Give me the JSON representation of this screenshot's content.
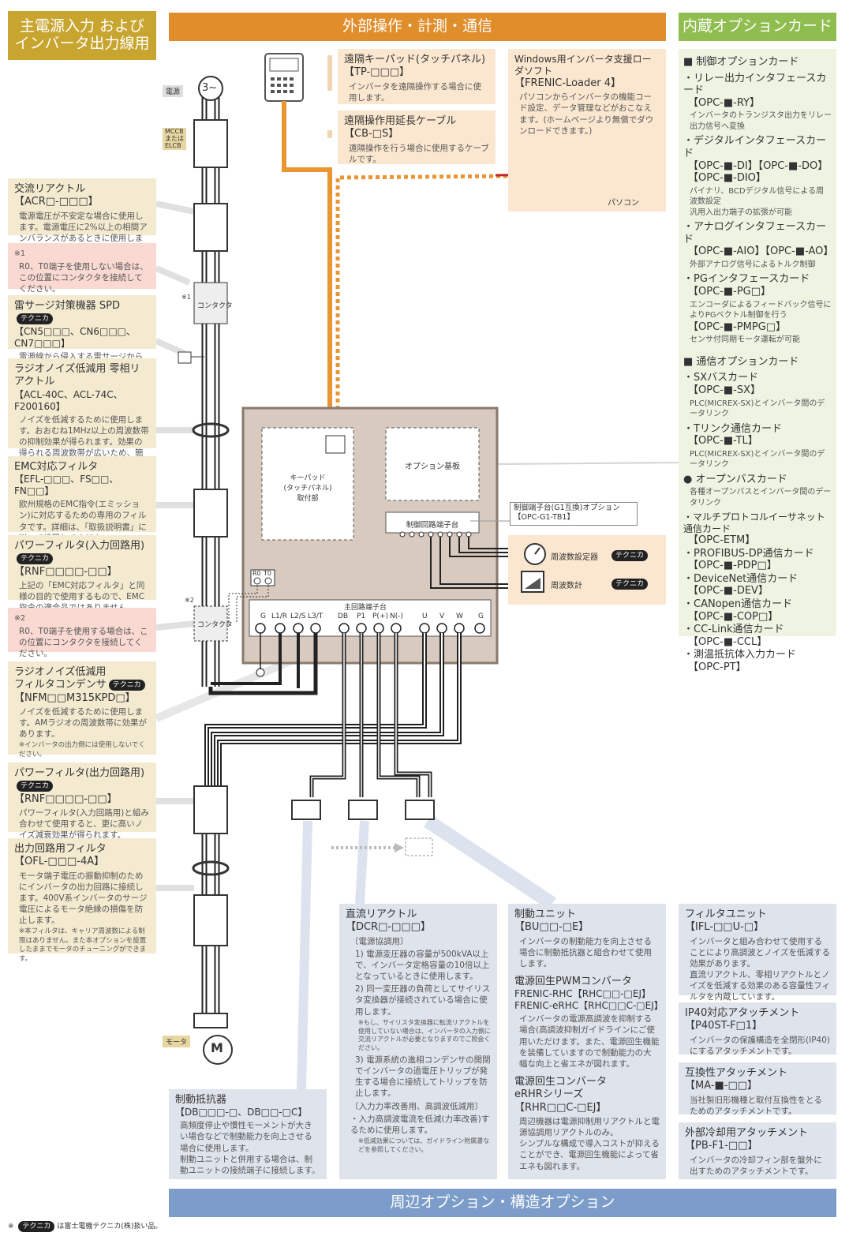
{
  "headers": {
    "left": "主電源入力 および\nインバータ出力線用",
    "center": "外部操作・計測・通信",
    "right": "内蔵オプションカード",
    "bottom": "周辺オプション・構造オプション"
  },
  "colors": {
    "gold": "#c7a52f",
    "orange": "#e08d2b",
    "green": "#8fbd4f",
    "blue": "#7c9cc9",
    "panel": "#d9cabf"
  },
  "left_boxes": {
    "acr": {
      "title": "交流リアクトル",
      "model": "【ACR□-□□□】",
      "desc": "電源電圧が不安定な場合に使用します。電源電圧に2%以上の相間アンバランスがあるときに使用します。"
    },
    "note1": {
      "mark": "※1",
      "desc": "R0、T0端子を使用しない場合は、この位置にコンタクタを接続してください。"
    },
    "spd": {
      "title": "雷サージ対策機器 SPD",
      "badge": "テクニカ",
      "model": "【CN5□□□、CN6□□□、CN7□□□】",
      "desc": "電源線から侵入する雷サージから盤内の機器を保護します。"
    },
    "zrl": {
      "title": "ラジオノイズ低減用 零相リアクトル",
      "model": "【ACL-40C、ACL-74C、F200160】",
      "desc": "ノイズを低減するために使用します。おおむね1MHz以上の周波数帯の抑制効果が得られます。効果の得られる周波数帯が広いため、簡易的なノイズ対策として適しています。"
    },
    "emc": {
      "title": "EMC対応フィルタ",
      "model": "【EFL-□□□、FS□□、FN□□】",
      "desc": "欧州規格のEMC指令(エミッション)に対応するための専用のフィルタです。詳細は、「取扱説明書」に従って設置してください。"
    },
    "pfin": {
      "title": "パワーフィルタ(入力回路用)",
      "badge": "テクニカ",
      "model": "【RNF□□□□-□□】",
      "desc": "上記の「EMC対応フィルタ」と同様の目的で使用するもので、EMC指令の適合品ではありません。"
    },
    "note2": {
      "mark": "※2",
      "desc": "R0、T0端子を使用する場合は、この位置にコンタクタを接続してください。"
    },
    "cap": {
      "title": "ラジオノイズ低減用\nフィルタコンデンサ",
      "badge": "テクニカ",
      "model": "【NFM□□M315KPD□】",
      "desc": "ノイズを低減するために使用します。AMラジオの周波数帯に効果があります。",
      "note": "※インバータの出力側には使用しないでください。"
    },
    "pfout": {
      "title": "パワーフィルタ(出力回路用)",
      "badge": "テクニカ",
      "model": "【RNF□□□□-□□】",
      "desc": "パワーフィルタ(入力回路用)と組み合わせて使用すると、更に高いノイズ減衰効果が得られます。"
    },
    "ofl": {
      "title": "出力回路用フィルタ",
      "model": "【OFL-□□□-4A】",
      "desc": "モータ端子電圧の振動抑制のためにインバータの出力回路に接続します。400V系インバータのサージ電圧によるモータ絶縁の損傷を防止します。",
      "note": "※本フィルタは、キャリア周波数による制限はありません。また本オプションを設置したままでモータのチューニングができます。"
    }
  },
  "top_boxes": {
    "keypad": {
      "title": "遠隔キーパッド(タッチパネル)",
      "model": "【TP-□□□】",
      "desc": "インバータを遠隔操作する場合に使用します。"
    },
    "cable": {
      "title": "遠隔操作用延長ケーブル",
      "model": "【CB-□S】",
      "desc": "遠隔操作を行う場合に使用するケーブルです。"
    },
    "loader": {
      "title": "Windows用インバータ支援ローダソフト",
      "model": "【FRENIC-Loader 4】",
      "desc": "パソコンからインバータの機能コード設定、データ管理などがおこなえます。(ホームページより無償でダウンロードできます。)"
    },
    "pc_label": "パソコン"
  },
  "right_panel": {
    "sec1": "■ 制御オプションカード",
    "ry": {
      "name": "・リレー出力インタフェースカード",
      "code": "【OPC-■-RY】",
      "desc": "インバータのトランジスタ出力をリレー出力信号へ変換"
    },
    "dio": {
      "name": "・デジタルインタフェースカード",
      "code": "【OPC-■-DI】【OPC-■-DO】",
      "code2": "【OPC-■-DIO】",
      "desc": "バイナリ、BCDデジタル信号による周波数設定\n汎用入出力端子の拡張が可能"
    },
    "aio": {
      "name": "・アナログインタフェースカード",
      "code": "【OPC-■-AIO】【OPC-■-AO】",
      "desc": "外部アナログ信号によるトルク制御"
    },
    "pg": {
      "name": "・PGインタフェースカード",
      "code": "【OPC-■-PG□】",
      "desc": "エンコーダによるフィードバック信号によりPGベクトル制御を行う",
      "code2": "【OPC-■-PMPG□】",
      "desc2": "センサ付同期モータ運転が可能"
    },
    "sec2": "■ 通信オプションカード",
    "sx": {
      "name": "・SXバスカード",
      "code": "【OPC-■-SX】",
      "desc": "PLC(MICREX-SX)とインバータ間のデータリンク"
    },
    "tl": {
      "name": "・Tリンク通信カード",
      "code": "【OPC-■-TL】",
      "desc": "PLC(MICREX-SX)とインバータ間のデータリンク"
    },
    "open": {
      "name": "● オープンバスカード",
      "desc": "各種オープンバスとインバータ間のデータリンク"
    },
    "etm": {
      "name": "・マルチプロトコルイーサネット通信カード",
      "code": "【OPC-ETM】"
    },
    "pdp": {
      "name": "・PROFIBUS-DP通信カード",
      "code": "【OPC-■-PDP□】"
    },
    "dev": {
      "name": "・DeviceNet通信カード",
      "code": "【OPC-■-DEV】"
    },
    "cop": {
      "name": "・CANopen通信カード",
      "code": "【OPC-■-COP□】"
    },
    "ccl": {
      "name": "・CC-Link通信カード",
      "code": "【OPC-■-CCL】"
    },
    "pt": {
      "name": "・測温抵抗体入力カード",
      "code": "【OPC-PT】"
    }
  },
  "inverter": {
    "keypad_mount": "キーパッド\n(タッチパネル)\n取付部",
    "option_board": "オプション基板",
    "ctrl_terminal": "制御回路端子台",
    "ctrl_option": "制御端子台(G1互換)オプション\n【OPC-G1-TB1】",
    "main_terminal": "主回路端子台",
    "terminals": [
      "G",
      "L1/R",
      "L2/S",
      "L3/T",
      "DB",
      "P1",
      "P(+)",
      "N(-)",
      "U",
      "V",
      "W",
      "G"
    ],
    "r0t0": [
      "R0",
      "T0"
    ],
    "freq_setter": "周波数設定器",
    "freq_meter": "周波数計",
    "badge": "テクニカ"
  },
  "power_line": {
    "supply": "電源",
    "mccb": "MCCB\nまたは\nELCB",
    "contactor": "コンタクタ",
    "motor": "モータ",
    "mark1": "※1",
    "mark2": "※2"
  },
  "bottom_boxes": {
    "dbr": {
      "title": "制動抵抗器",
      "model": "【DB□□□-□、DB□□-□C】",
      "desc": "高頻度停止や慣性モーメントが大きい場合などで制動能力を向上させる場合に使用します。\n制動ユニットと併用する場合は、制動ユニットの接続端子に接続します。"
    },
    "dcr": {
      "title": "直流リアクトル",
      "model": "【DCR□-□□□】",
      "sub1": "〔電源協調用〕",
      "p1": "1) 電源変圧器の容量が500kVA以上で、インバータ定格容量の10倍以上となっているときに使用します。",
      "p2": "2) 同一変圧器の負荷としてサイリスタ変換器が接続されている場合に使用します。",
      "p2note": "※もし、サイリスタ変換器に転流リアクトルを使用していない場合は、インバータの入力側に交流リアクトルが必要となりますのでご照会ください。",
      "p3": "3) 電源系統の進相コンデンサの開閉でインバータの過電圧トリップが発生する場合に接続してトリップを防止します。",
      "sub2": "〔入力力率改善用、高調波低減用〕",
      "p4": "・入力高調波電流を低減(力率改善)するために使用します。",
      "p4note": "※低減効果については、ガイドライン附属書などを参照してください。"
    },
    "bu": {
      "title": "制動ユニット",
      "model": "【BU□□-□E】",
      "desc": "インバータの制動能力を向上させる場合に制動抵抗器と組合わせて使用します。"
    },
    "pwm": {
      "title": "電源回生PWMコンバータ",
      "model1": "FRENIC-RHC【RHC□□-□EJ】",
      "model2": "FRENIC-eRHC【RHC□□C-□EJ】",
      "desc": "インバータの電源高調波を抑制する場合(高調波抑制ガイドラインにご使用いただけます。また、電源回生機能を装備していますので制動能力の大幅な向上と省エネが図れます。"
    },
    "erhr": {
      "title": "電源回生コンバータ",
      "series": "eRHRシリーズ",
      "model": "【RHR□□C-□EJ】",
      "desc": "周辺機器は電源抑制用リアクトルと電源協調用リアクトルのみ。\nシンプルな構成で導入コストが抑えることができ、電源回生機能によって省エネも図れます。"
    },
    "ifl": {
      "title": "フィルタユニット",
      "model": "【IFL-□□U-□】",
      "desc": "インバータと組み合わせて使用することにより高調波とノイズを低減する効果があります。\n直流リアクトル、零相リアクトルとノイズを低減する効果のある容量性フィルタを内蔵しています。"
    },
    "ip40": {
      "title": "IP40対応アタッチメント",
      "model": "【P40ST-F□1】",
      "desc": "インバータの保護構造を全閉形(IP40)にするアタッチメントです。"
    },
    "ma": {
      "title": "互換性アタッチメント",
      "model": "【MA-■-□□】",
      "desc": "当社製旧形機種と取付互換性をとるためのアタッチメントです。"
    },
    "pb": {
      "title": "外部冷却用アタッチメント",
      "model": "【PB-F1-□□】",
      "desc": "インバータの冷却フィン部を盤外に出すためのアタッチメントです。"
    }
  },
  "footer": {
    "mark": "※",
    "badge": "テクニカ",
    "text": "は富士電機テクニカ(株)扱い品。"
  }
}
